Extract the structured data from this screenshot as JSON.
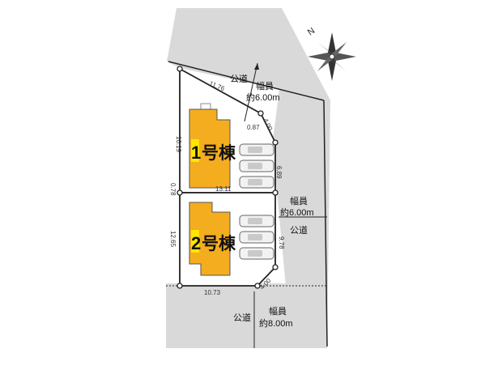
{
  "compass": {
    "north_label": "N",
    "icon": "compass-rose-icon"
  },
  "roads": {
    "north": {
      "kind": "公道",
      "width_label": "幅員",
      "width_value": "約6.00m"
    },
    "east": {
      "kind": "公道",
      "width_label": "幅員",
      "width_value": "約6.00m"
    },
    "south": {
      "kind": "公道",
      "width_label": "幅員",
      "width_value": "約8.00m"
    }
  },
  "buildings": [
    {
      "number": "1",
      "suffix": "号棟"
    },
    {
      "number": "2",
      "suffix": "号棟"
    }
  ],
  "dimensions": {
    "lot1_top": "11.76",
    "lot1_left": "16.19",
    "corner_small": "0.87",
    "corner1": "4.00",
    "lot1_right": "6.89",
    "lot1_bottom": "13.11",
    "left_gap": "0.78",
    "lot2_left": "12.65",
    "lot2_right": "9.78",
    "corner2": "4.00",
    "lot2_bottom": "10.73"
  },
  "parking": {
    "cars_per_lot": 3
  },
  "colors": {
    "building_fill": "#f4ad1f",
    "building_number_highlight": "#ffe600",
    "road_fill": "#d9d9d9",
    "lot_fill": "#ffffff",
    "line": "#222222"
  }
}
